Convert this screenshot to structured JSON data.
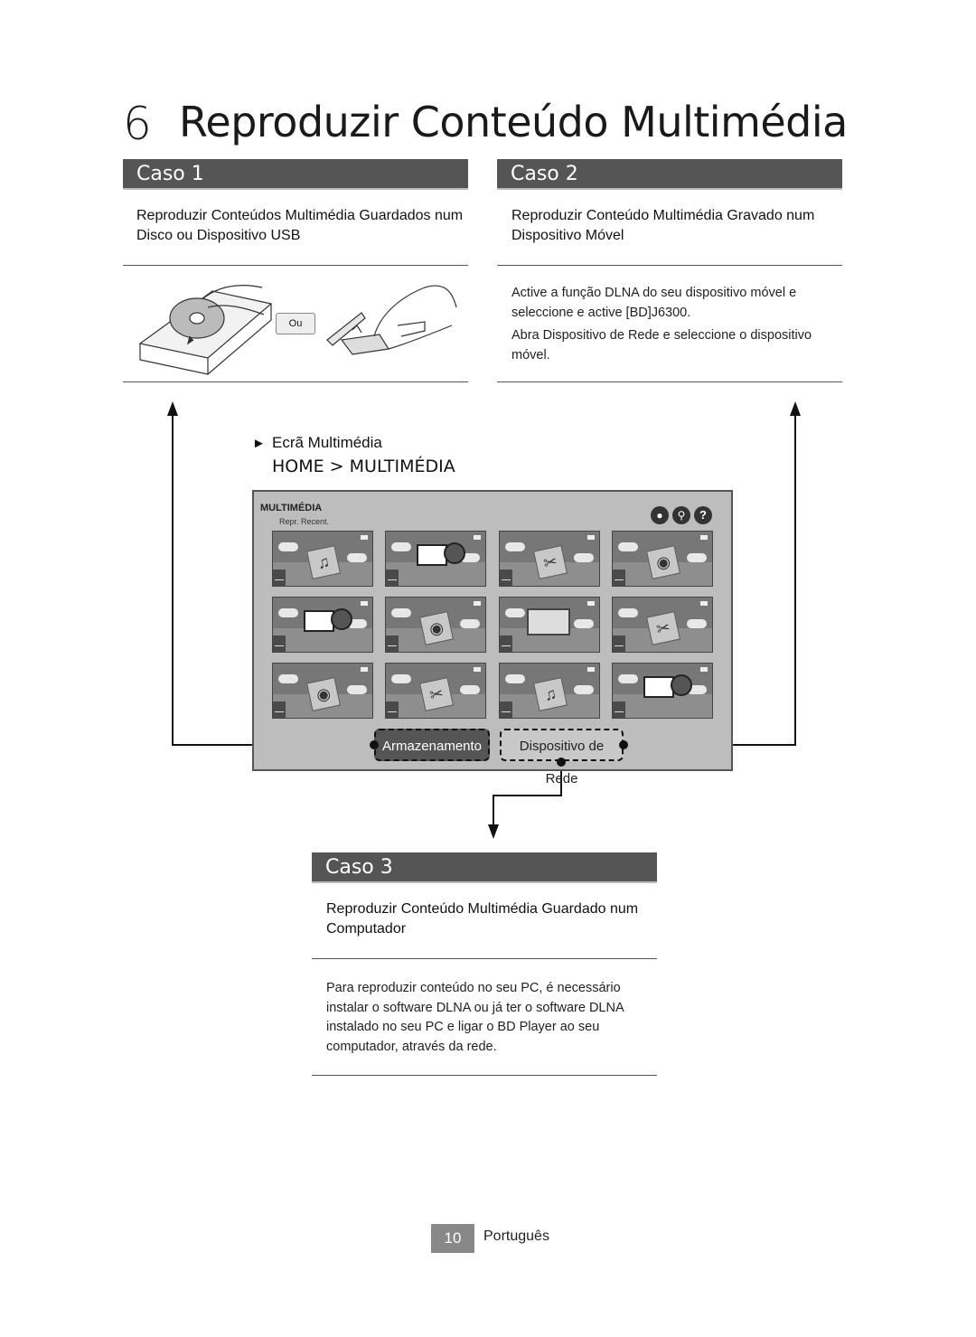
{
  "chapter": {
    "number": "6",
    "title": "Reproduzir Conteúdo Multimédia"
  },
  "caso1": {
    "label": "Caso 1",
    "subtitle": "Reproduzir Conteúdos Multimédia Guardados num Disco ou Dispositivo USB",
    "or_label": "Ou"
  },
  "caso2": {
    "label": "Caso 2",
    "subtitle": "Reproduzir Conteúdo Multimédia Gravado num Dispositivo Móvel",
    "step1": "Active a função DLNA do seu dispositivo móvel e seleccione e active [BD]J6300.",
    "step2": "Abra Dispositivo de Rede e seleccione o dispositivo móvel."
  },
  "screen": {
    "heading": "Ecrã Multimédia",
    "path": "HOME > MULTIMÉDIA",
    "tv_title": "MULTIMÉDIA",
    "tv_subtitle": "Repr. Recent.",
    "tab_storage": "Armazenamento",
    "tab_network": "Dispositivo de Rede",
    "tiles": [
      "music",
      "camera",
      "photo",
      "game",
      "camera",
      "game",
      "landscape",
      "photo",
      "game",
      "photo",
      "music",
      "camera"
    ]
  },
  "caso3": {
    "label": "Caso 3",
    "subtitle": "Reproduzir Conteúdo Multimédia Guardado num Computador",
    "text": "Para reproduzir conteúdo no seu PC, é necessário instalar o software DLNA ou já ter o software DLNA instalado no seu PC e ligar o BD Player ao seu computador, através da rede."
  },
  "footer": {
    "page": "10",
    "language": "Português"
  },
  "colors": {
    "bar": "#555555",
    "screen": "#bdbdbd",
    "tile": "#777777"
  },
  "icons": [
    "person-icon",
    "search-icon",
    "help-icon",
    "play-triangle-icon"
  ]
}
